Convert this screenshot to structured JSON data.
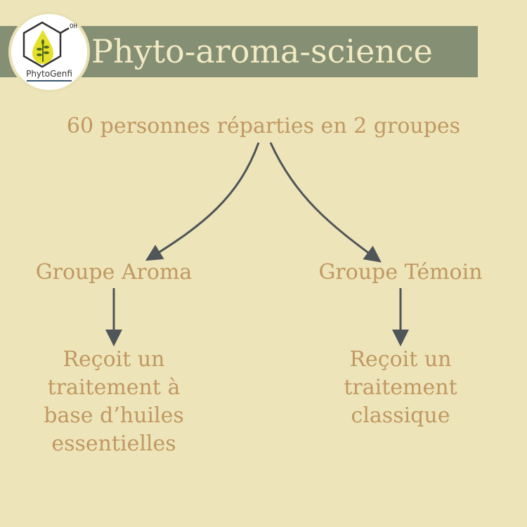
{
  "header": {
    "title": "Phyto-aroma-science",
    "logo_text": "PhytoGenfi",
    "logo_oh": "OH"
  },
  "diagram": {
    "root": "60 personnes réparties en 2 groupes",
    "left_group": "Groupe Aroma",
    "right_group": "Groupe Témoin",
    "left_result": [
      "Reçoit un",
      "traitement à",
      "base d’huiles",
      "essentielles"
    ],
    "right_result": [
      "Reçoit un",
      "traitement",
      "classique"
    ]
  },
  "colors": {
    "background": "#ede4b9",
    "banner": "#858f74",
    "text": "#c09862",
    "arrow": "#4f5558"
  }
}
